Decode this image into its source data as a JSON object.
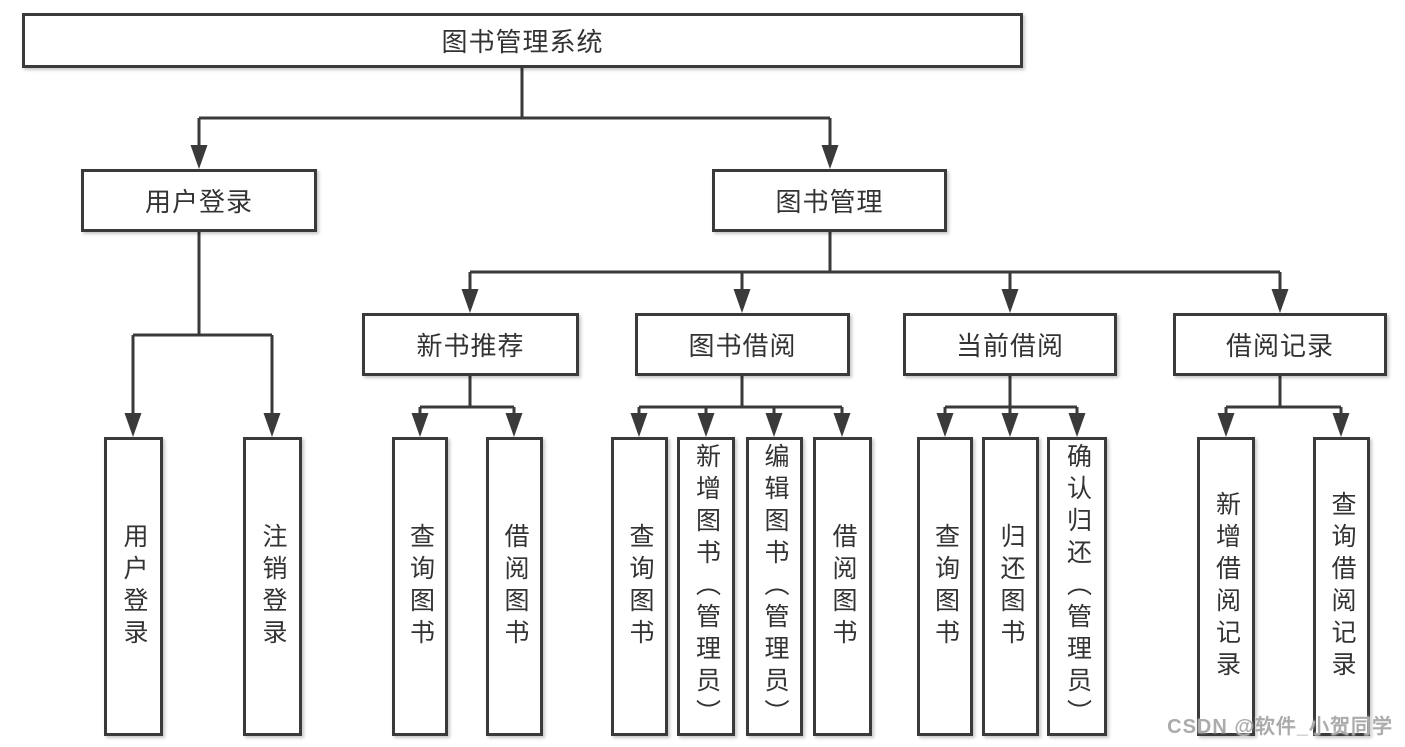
{
  "tree": {
    "label": "图书管理系统",
    "children": [
      {
        "label": "用户登录",
        "children": [
          {
            "label": "用户登录"
          },
          {
            "label": "注销登录"
          }
        ]
      },
      {
        "label": "图书管理",
        "children": [
          {
            "label": "新书推荐",
            "children": [
              {
                "label": "查询图书"
              },
              {
                "label": "借阅图书"
              }
            ]
          },
          {
            "label": "图书借阅",
            "children": [
              {
                "label": "查询图书"
              },
              {
                "label": "新增图书（管理员）"
              },
              {
                "label": "编辑图书（管理员）"
              },
              {
                "label": "借阅图书"
              }
            ]
          },
          {
            "label": "当前借阅",
            "children": [
              {
                "label": "查询图书"
              },
              {
                "label": "归还图书"
              },
              {
                "label": "确认归还（管理员）"
              }
            ]
          },
          {
            "label": "借阅记录",
            "children": [
              {
                "label": "新增借阅记录"
              },
              {
                "label": "查询借阅记录"
              }
            ]
          }
        ]
      }
    ]
  },
  "watermark": {
    "text": "CSDN @软件_小贺同学"
  },
  "colors": {
    "line": "#3a3a3a",
    "box_border": "#3a3a3a",
    "box_background": "#ffffff",
    "text": "#333333",
    "watermark": "#ababab"
  }
}
